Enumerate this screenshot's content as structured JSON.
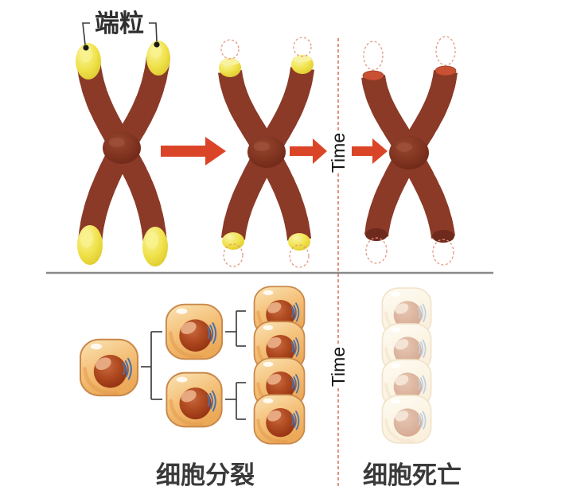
{
  "labels": {
    "telomere": "端粒",
    "time_top": "Time",
    "time_bottom": "Time",
    "cell_division": "细胞分裂",
    "cell_death": "细胞死亡"
  },
  "colors": {
    "arrow": "#DB4527",
    "time_dashed_line": "#D97B63",
    "lost_tip_outline": "#E59880",
    "chromosome_base": "#8A3A27",
    "stripe_orange": "#DF7E31",
    "stripe_dark": "#5F2217",
    "telomere_yellow": "#EFDF3E",
    "eroded_tip_red": "#C85134",
    "section_divider": "#8A8A8A",
    "cell_membrane": "#C9884A",
    "cell_body": "#F4C078",
    "nucleus": "#9C3413",
    "organelle_blue": "#4C70A8",
    "label_text": "#3A3A3A"
  }
}
